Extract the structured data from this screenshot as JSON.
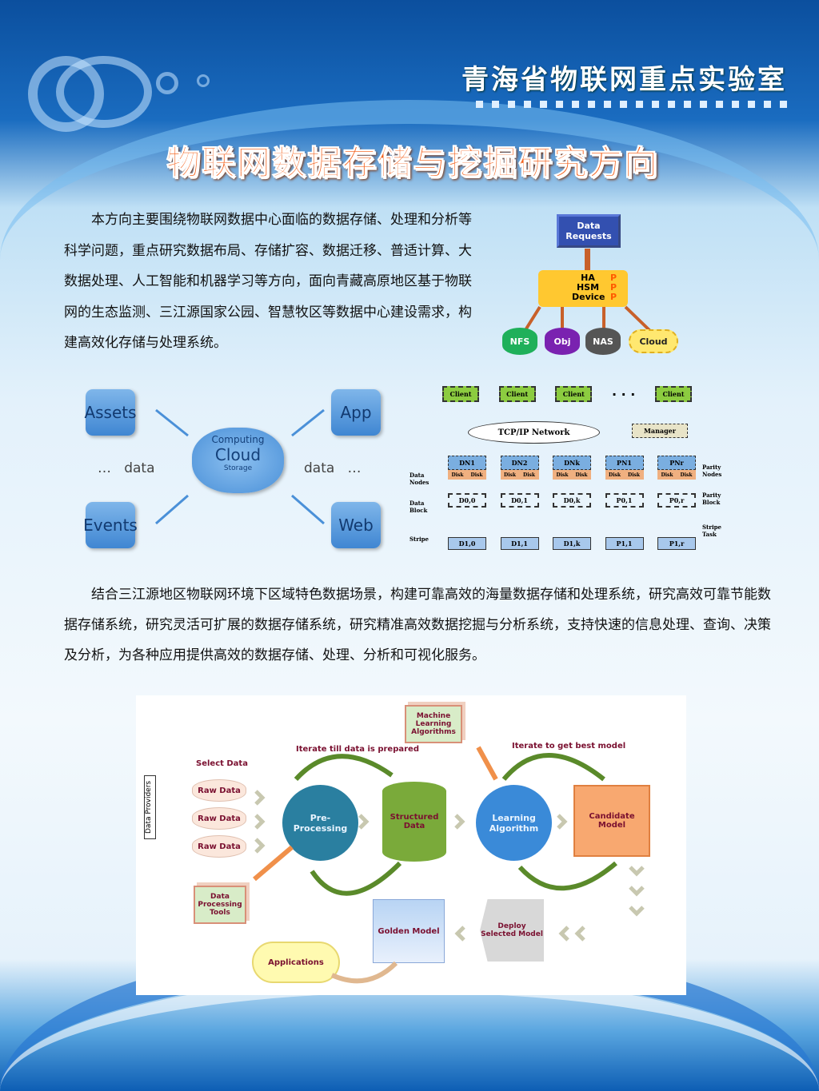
{
  "header": {
    "lab_name": "青海省物联网重点实验室",
    "title": "物联网数据存储与挖掘研究方向"
  },
  "intro": "本方向主要围绕物联网数据中心面临的数据存储、处理和分析等科学问题，重点研究数据布局、存储扩容、数据迁移、普适计算、大数据处理、人工智能和机器学习等方向，面向青藏高原地区基于物联网的生态监测、三江源国家公园、智慧牧区等数据中心建设需求，构建高效化存储与处理系统。",
  "summary": "结合三江源地区物联网环境下区域特色数据场景，构建可靠高效的海量数据存储和处理系统，研究高效可靠节能数据存储系统，研究灵活可扩展的数据存储系统，研究精准高效数据挖掘与分析系统，支持快速的信息处理、查询、决策及分析，为各种应用提供高效的数据存储、处理、分析和可视化服务。",
  "storage_diagram": {
    "requests": "Data Requests",
    "device": [
      "HA",
      "HSM",
      "Device"
    ],
    "p": [
      "P",
      "P",
      "P"
    ],
    "stores": [
      "NFS",
      "Obj",
      "NAS",
      "Cloud"
    ]
  },
  "cloud_diagram": {
    "nodes": [
      "Assets",
      "App",
      "Events",
      "Web"
    ],
    "center": [
      "Computing",
      "Cloud",
      "Storage"
    ],
    "left": "…   data",
    "right": "data   …"
  },
  "cluster_diagram": {
    "clients": [
      "Client",
      "Client",
      "Client",
      "Client"
    ],
    "ellipsis": "· · ·",
    "network": "TCP/IP Network",
    "manager": "Manager",
    "nodes": [
      "DN1",
      "DN2",
      "DNk",
      "PN1",
      "PNr"
    ],
    "disk": "Disk",
    "blocks": [
      "D0,0",
      "D0,1",
      "D0,k",
      "P0,1",
      "P0,r"
    ],
    "stripe": [
      "D1,0",
      "D1,1",
      "D1,k",
      "P1,1",
      "P1,r"
    ],
    "left_labels": [
      "Data Nodes",
      "Data Block",
      "Stripe"
    ],
    "right_labels": [
      "Parity Nodes",
      "Parity Block",
      "Stripe Task"
    ]
  },
  "ml_diagram": {
    "select": "Select Data",
    "providers": "Data Providers",
    "raw": [
      "Raw Data",
      "Raw Data",
      "Raw Data"
    ],
    "iter1": "Iterate till data is prepared",
    "iter2": "Iterate to get best model",
    "pre": "Pre-Processing",
    "structured": "Structured Data",
    "mla": "Machine Learning Algorithms",
    "learning": "Learning Algorithm",
    "candidate": "Candidate Model",
    "tools": "Data Processing Tools",
    "deploy": "Deploy Selected Model",
    "golden": "Golden Model",
    "apps": "Applications"
  }
}
